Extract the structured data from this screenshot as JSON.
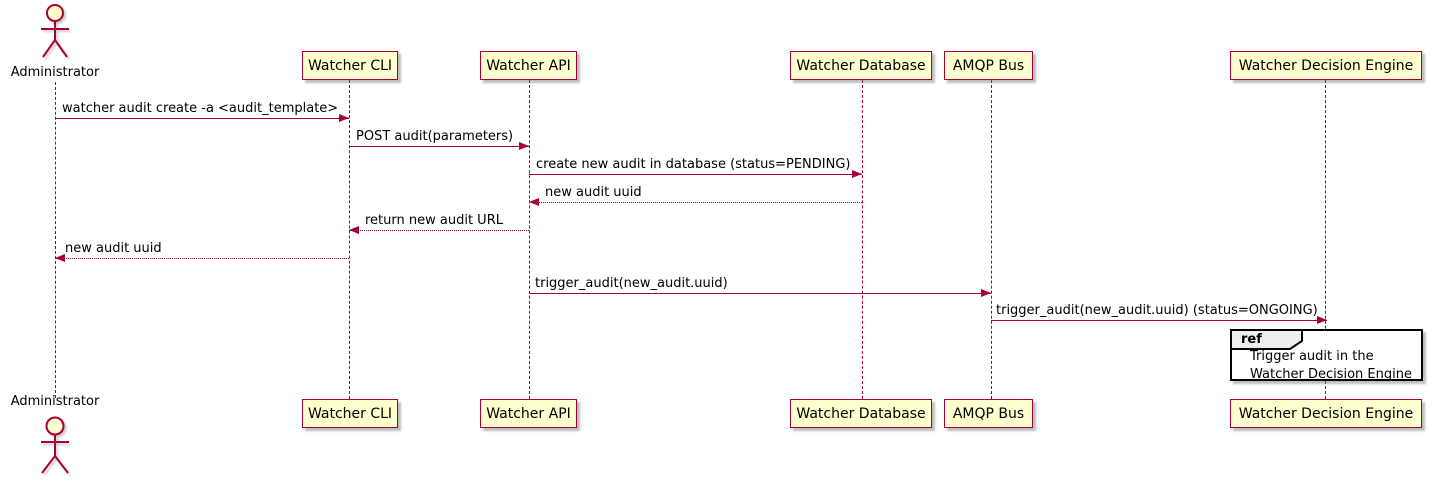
{
  "diagram": {
    "type": "plantuml-sequence",
    "actor": {
      "name": "Administrator"
    },
    "participants": [
      {
        "name": "Watcher CLI"
      },
      {
        "name": "Watcher API"
      },
      {
        "name": "Watcher Database"
      },
      {
        "name": "AMQP Bus"
      },
      {
        "name": "Watcher Decision Engine"
      }
    ],
    "messages": [
      {
        "from": "Administrator",
        "to": "Watcher CLI",
        "style": "solid",
        "label": "watcher audit create -a <audit_template>"
      },
      {
        "from": "Watcher CLI",
        "to": "Watcher API",
        "style": "solid",
        "label": "POST audit(parameters)"
      },
      {
        "from": "Watcher API",
        "to": "Watcher Database",
        "style": "solid",
        "label": "create new audit in database (status=PENDING)"
      },
      {
        "from": "Watcher Database",
        "to": "Watcher API",
        "style": "dotted-return",
        "label": "new audit uuid"
      },
      {
        "from": "Watcher API",
        "to": "Watcher CLI",
        "style": "dotted-return",
        "label": "return new audit URL"
      },
      {
        "from": "Watcher CLI",
        "to": "Administrator",
        "style": "dotted-return",
        "label": "new audit uuid"
      },
      {
        "from": "Watcher API",
        "to": "AMQP Bus",
        "style": "solid",
        "label": "trigger_audit(new_audit.uuid)"
      },
      {
        "from": "AMQP Bus",
        "to": "Watcher Decision Engine",
        "style": "solid",
        "label": "trigger_audit(new_audit.uuid) (status=ONGOING)"
      }
    ],
    "ref": {
      "keyword": "ref",
      "line1": "Trigger audit in the",
      "line2": "Watcher Decision Engine"
    },
    "colors": {
      "participant_fill": "#FEFECE",
      "border": "#A80036",
      "arrow": "#A80036",
      "lifeline": "#A80036",
      "ref_header_fill": "#EEEEEE",
      "ref_border": "#000000",
      "text": "#000000",
      "background": "#FFFFFF"
    }
  }
}
